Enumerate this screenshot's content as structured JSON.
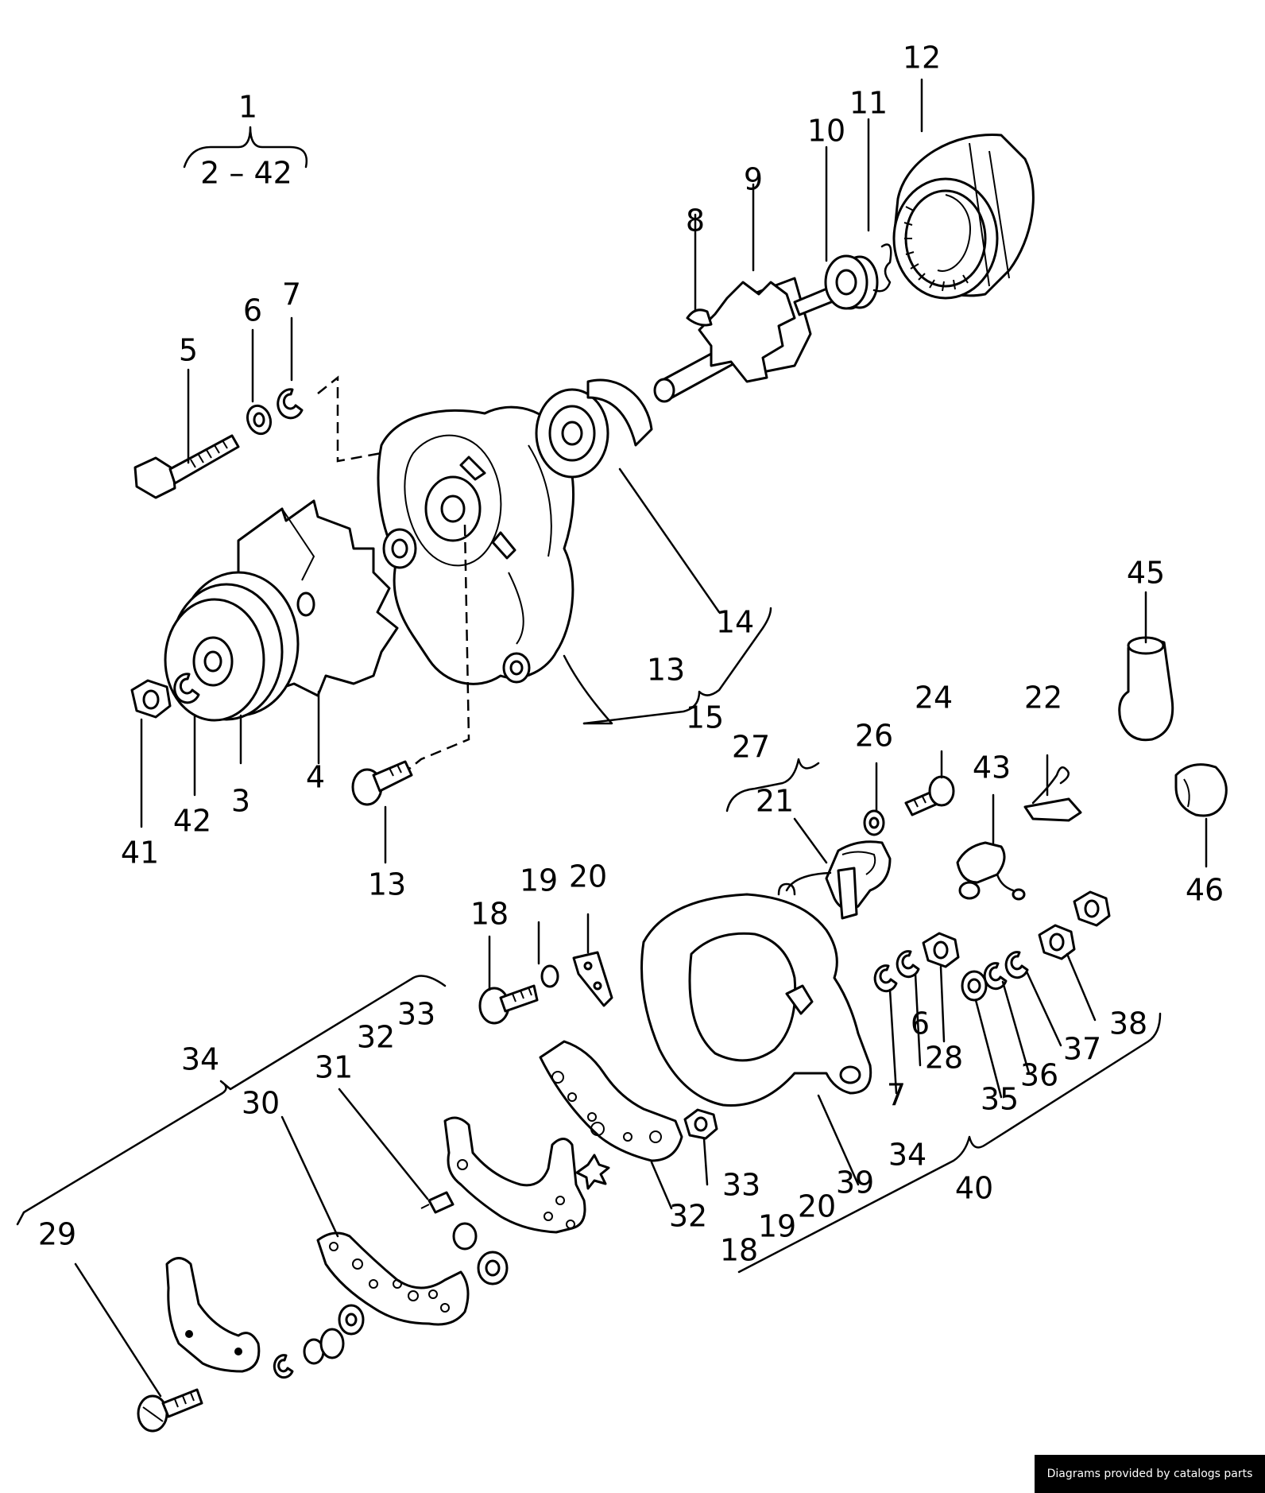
{
  "callouts": {
    "c1": "1",
    "c2_42": "2 – 42",
    "c3": "3",
    "c4": "4",
    "c5": "5",
    "c6a": "6",
    "c7a": "7",
    "c8": "8",
    "c9": "9",
    "c10": "10",
    "c11": "11",
    "c12": "12",
    "c13a": "13",
    "c13b": "13",
    "c14": "14",
    "c15": "15",
    "c18a": "18",
    "c18b": "18",
    "c19a": "19",
    "c19b": "19",
    "c20a": "20",
    "c20b": "20",
    "c21": "21",
    "c22": "22",
    "c24": "24",
    "c26": "26",
    "c27": "27",
    "c28": "28",
    "c29": "29",
    "c30": "30",
    "c31": "31",
    "c32a": "32",
    "c32b": "32",
    "c33a": "33",
    "c33b": "33",
    "c34a": "34",
    "c34b": "34",
    "c35": "35",
    "c36": "36",
    "c37": "37",
    "c38": "38",
    "c39": "39",
    "c40": "40",
    "c41": "41",
    "c42": "42",
    "c43": "43",
    "c45": "45",
    "c46": "46",
    "c6b": "6",
    "c7b": "7"
  },
  "attribution": "Diagrams provided by catalogs parts"
}
